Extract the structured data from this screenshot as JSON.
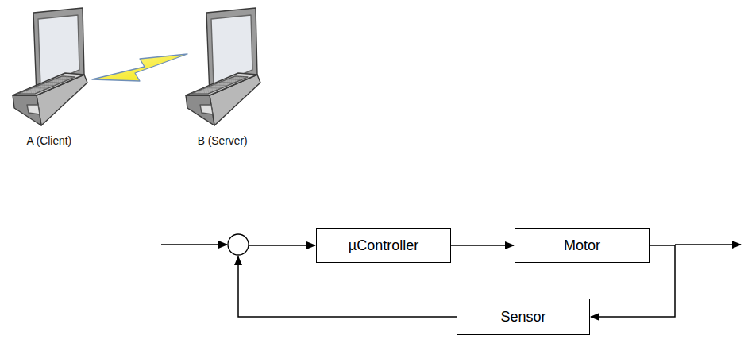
{
  "diagram": {
    "nodes": [
      {
        "text": [
          "A (Client)"
        ]
      },
      {
        "text": [
          "B (Server)"
        ]
      },
      {
        "text": [
          "µController"
        ]
      },
      {
        "text": [
          "Motor"
        ]
      },
      {
        "text": [
          "Sensor"
        ]
      }
    ],
    "edges": [
      {
        "from": 0,
        "to": 1,
        "arrow": "none"
      },
      {
        "from": 2,
        "to": 3,
        "arrow": "to"
      },
      {
        "from": 3,
        "to": 4,
        "arrow": "to"
      },
      {
        "from": 4,
        "to": 2,
        "arrow": "to"
      }
    ]
  }
}
